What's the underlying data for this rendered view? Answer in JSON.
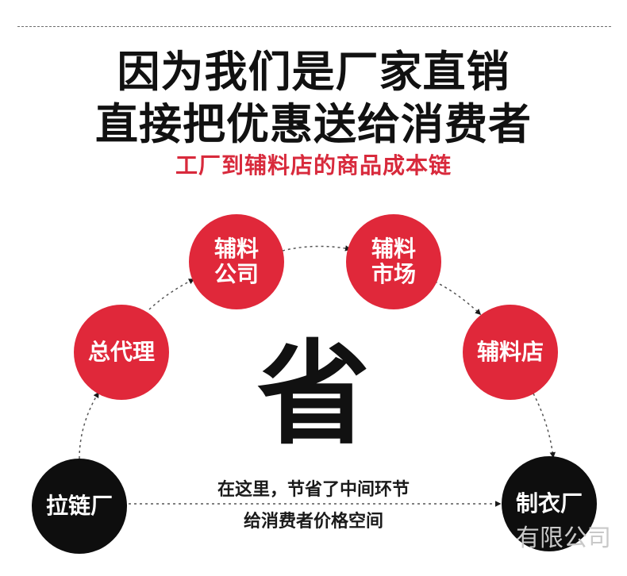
{
  "headline": {
    "line1": "因为我们是厂家直销",
    "line2": "直接把优惠送给消费者",
    "subtitle": "工厂到辅料店的商品成本链"
  },
  "chain": {
    "zipper_factory": "拉链厂",
    "general_agent": "总代理",
    "accessory_company_line1": "辅料",
    "accessory_company_line2": "公司",
    "accessory_market_line1": "辅料",
    "accessory_market_line2": "市场",
    "accessory_shop": "辅料店",
    "garment_factory": "制衣厂"
  },
  "center": {
    "save_char": "省",
    "note_line1": "在这里，节省了中间环节",
    "note_line2": "给消费者价格空间"
  },
  "watermark": "有限公司",
  "colors": {
    "red": "#e0283a",
    "black": "#0e0e0e",
    "subtitle_red": "#d82a3c"
  }
}
